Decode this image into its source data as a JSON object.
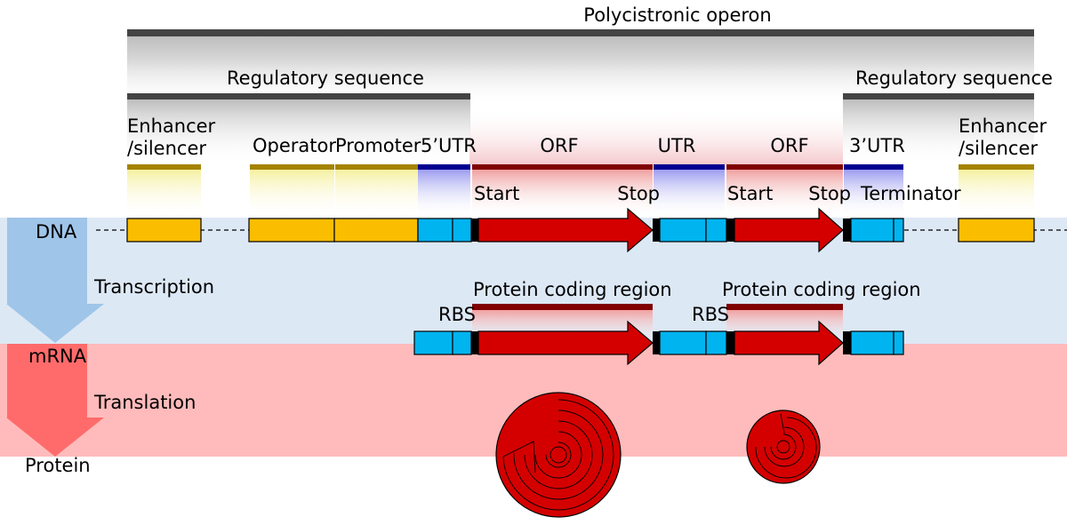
{
  "title": "Polycistronic operon",
  "regulatory_left": "Regulatory sequence",
  "regulatory_right": "Regulatory sequence",
  "region_labels": {
    "enhancer_left_line1": "Enhancer",
    "enhancer_left_line2": "/silencer",
    "operator": "Operator",
    "promoter": "Promoter",
    "utr5": "5’UTR",
    "orf1": "ORF",
    "utr_mid": "UTR",
    "orf2": "ORF",
    "utr3": "3’UTR",
    "enhancer_right_line1": "Enhancer",
    "enhancer_right_line2": "/silencer"
  },
  "orf_labels": {
    "start1": "Start",
    "stop1": "Stop",
    "start2": "Start",
    "stop2": "Stop",
    "terminator": "Terminator"
  },
  "process": {
    "dna": "DNA",
    "transcription": "Transcription",
    "mrna": "mRNA",
    "translation": "Translation",
    "protein": "Protein"
  },
  "mrna_labels": {
    "rbs1": "RBS",
    "rbs2": "RBS",
    "coding1": "Protein coding region",
    "coding2": "Protein coding region"
  },
  "colors": {
    "regulatory_element": "#fbbd00",
    "utr": "#00b4f0",
    "orf": "#d40000",
    "orf_bar": "#800000",
    "utr_bar": "#000090",
    "enhancer_bar": "#a48300",
    "dna_band": "#dde8f5",
    "mrna_band": "#ffbbbb",
    "transcription_arrow": "#9fc5e8",
    "translation_arrow": "#ff6b6b"
  }
}
